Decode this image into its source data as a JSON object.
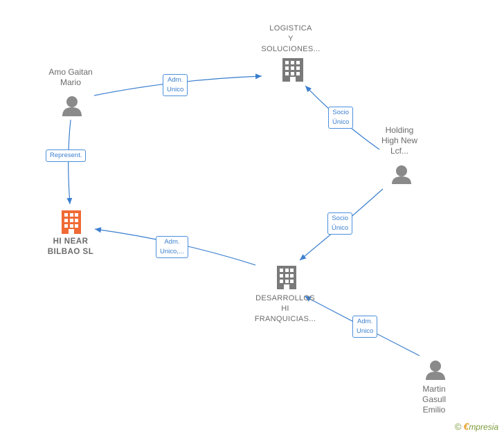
{
  "nodes": {
    "logistica": {
      "label": "LOGISTICA\nY\nSOLUCIONES..."
    },
    "amo_gaitan": {
      "label": "Amo Gaitan\nMario"
    },
    "holding": {
      "label": "Holding\nHigh New\nLcf..."
    },
    "hi_near": {
      "label": "HI NEAR\nBILBAO  SL"
    },
    "desarrollos": {
      "label": "DESARROLLOS\nHI\nFRANQUICIAS..."
    },
    "martin": {
      "label": "Martin\nGasull\nEmilio"
    }
  },
  "edges": {
    "amo_to_logistica": "Adm.\nUnico",
    "holding_to_logistica": "Socio\nÚnico",
    "amo_to_hinear": "Represent.",
    "holding_to_desarrollos": "Socio\nÚnico",
    "desarrollos_to_hinear": "Adm.\nUnico,...",
    "martin_to_desarrollos": "Adm.\nUnico"
  },
  "brand": {
    "copyright": "©",
    "e": "€",
    "name": "mpresia"
  },
  "colors": {
    "edge": "#3b7fcf",
    "person": "#8a8a8a",
    "company": "#7a7a7a",
    "highlight": "#f06a35"
  }
}
